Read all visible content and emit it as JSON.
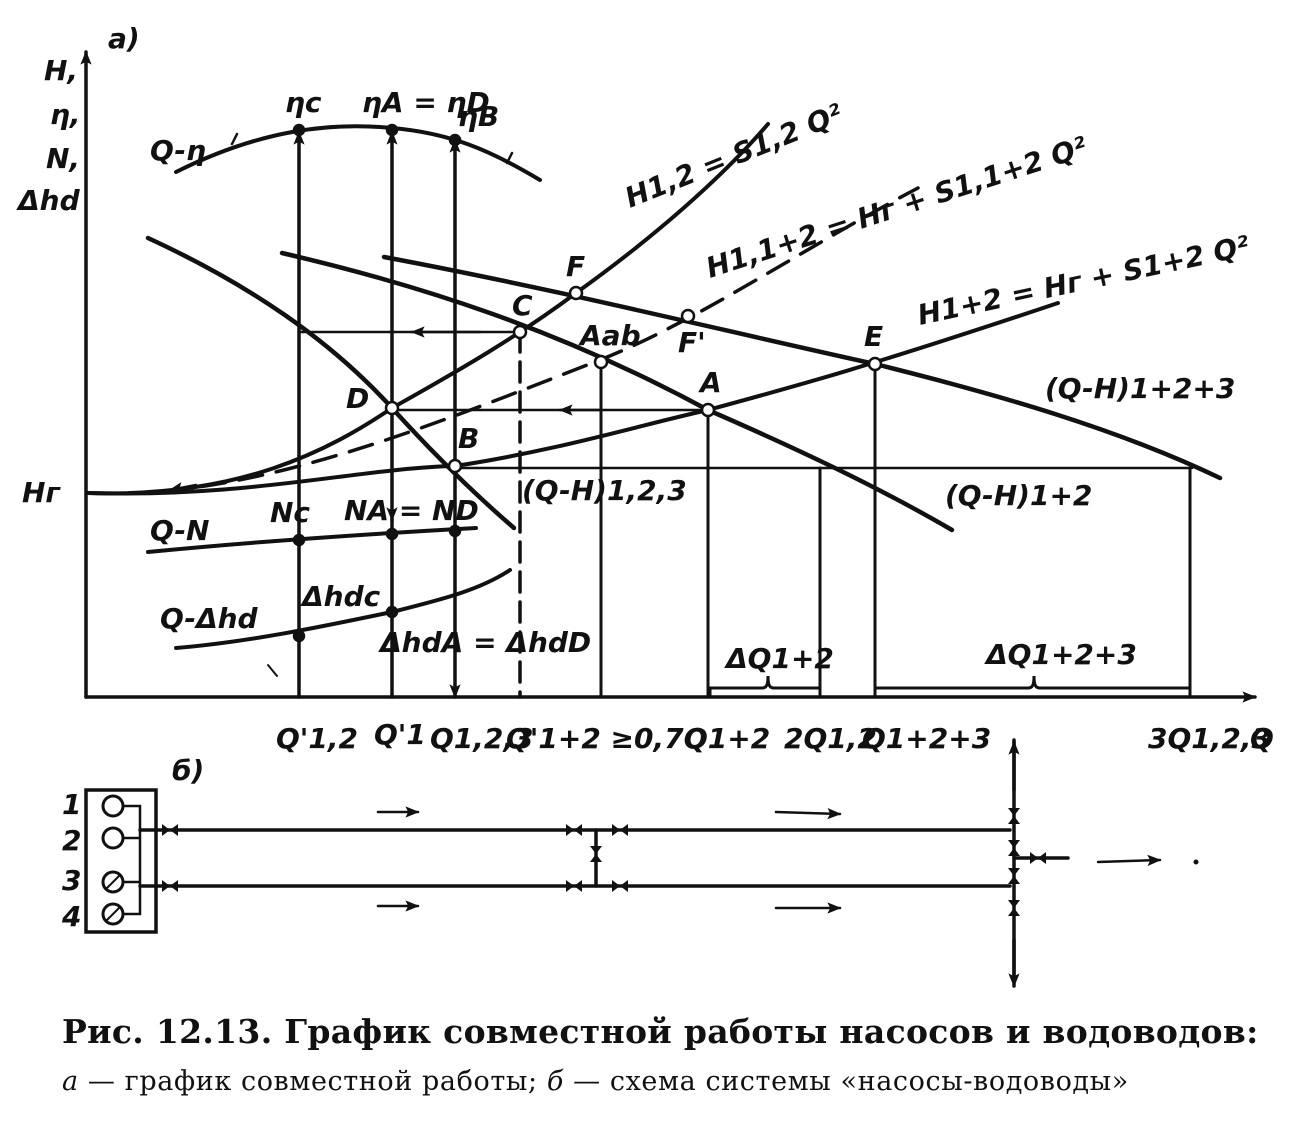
{
  "panel_a": {
    "tag": "а)",
    "y_axis": [
      "H,",
      "η,",
      "N,",
      "Δhd"
    ],
    "x_axis": "Q",
    "hr": "Hг",
    "curves": {
      "q_eta": "Q-η",
      "q_n": "Q-N",
      "q_dh": "Q-Δhd",
      "qh_123": "(Q-H)1,2,3",
      "qh_12": "(Q-H)1+2",
      "qh_123sum": "(Q-H)1+2+3",
      "h12": "H1,2 = S1,2 Q²",
      "h1_12": "H1,1+2 = Hг + S1,1+2 Q²",
      "h1p2": "H1+2 = Hг + S1+2 Q²"
    },
    "points": {
      "eta_c": "ηc",
      "eta_ad": "ηA = ηD",
      "eta_b": "ηB",
      "n_c": "Nc",
      "n_ad": "NA = ND",
      "dh_c": "Δhdc",
      "dh_ad": "ΔhdA = ΔhdD",
      "f": "F",
      "f1": "F'",
      "c": "C",
      "aab": "Aab",
      "a": "A",
      "e": "E",
      "d": "D",
      "b": "B"
    },
    "x_ticks": [
      "Q'1,2",
      "Q'1",
      "Q1,2,3",
      "Q'1+2 ≥0,7Q",
      "Q1+2",
      "2Q1,2",
      "Q1+2+3",
      "3Q1,2,3"
    ],
    "braces": [
      "ΔQ1+2",
      "ΔQ1+2+3"
    ]
  },
  "panel_b": {
    "tag": "б)",
    "pumps": [
      "1",
      "2",
      "3",
      "4"
    ]
  },
  "caption": {
    "title": "Рис. 12.13. График совместной работы насосов и водоводов:",
    "a_letter": "а",
    "a_text": " — график совместной работы; ",
    "b_letter": "б",
    "b_text": " — схема системы «насосы-водоводы»"
  }
}
